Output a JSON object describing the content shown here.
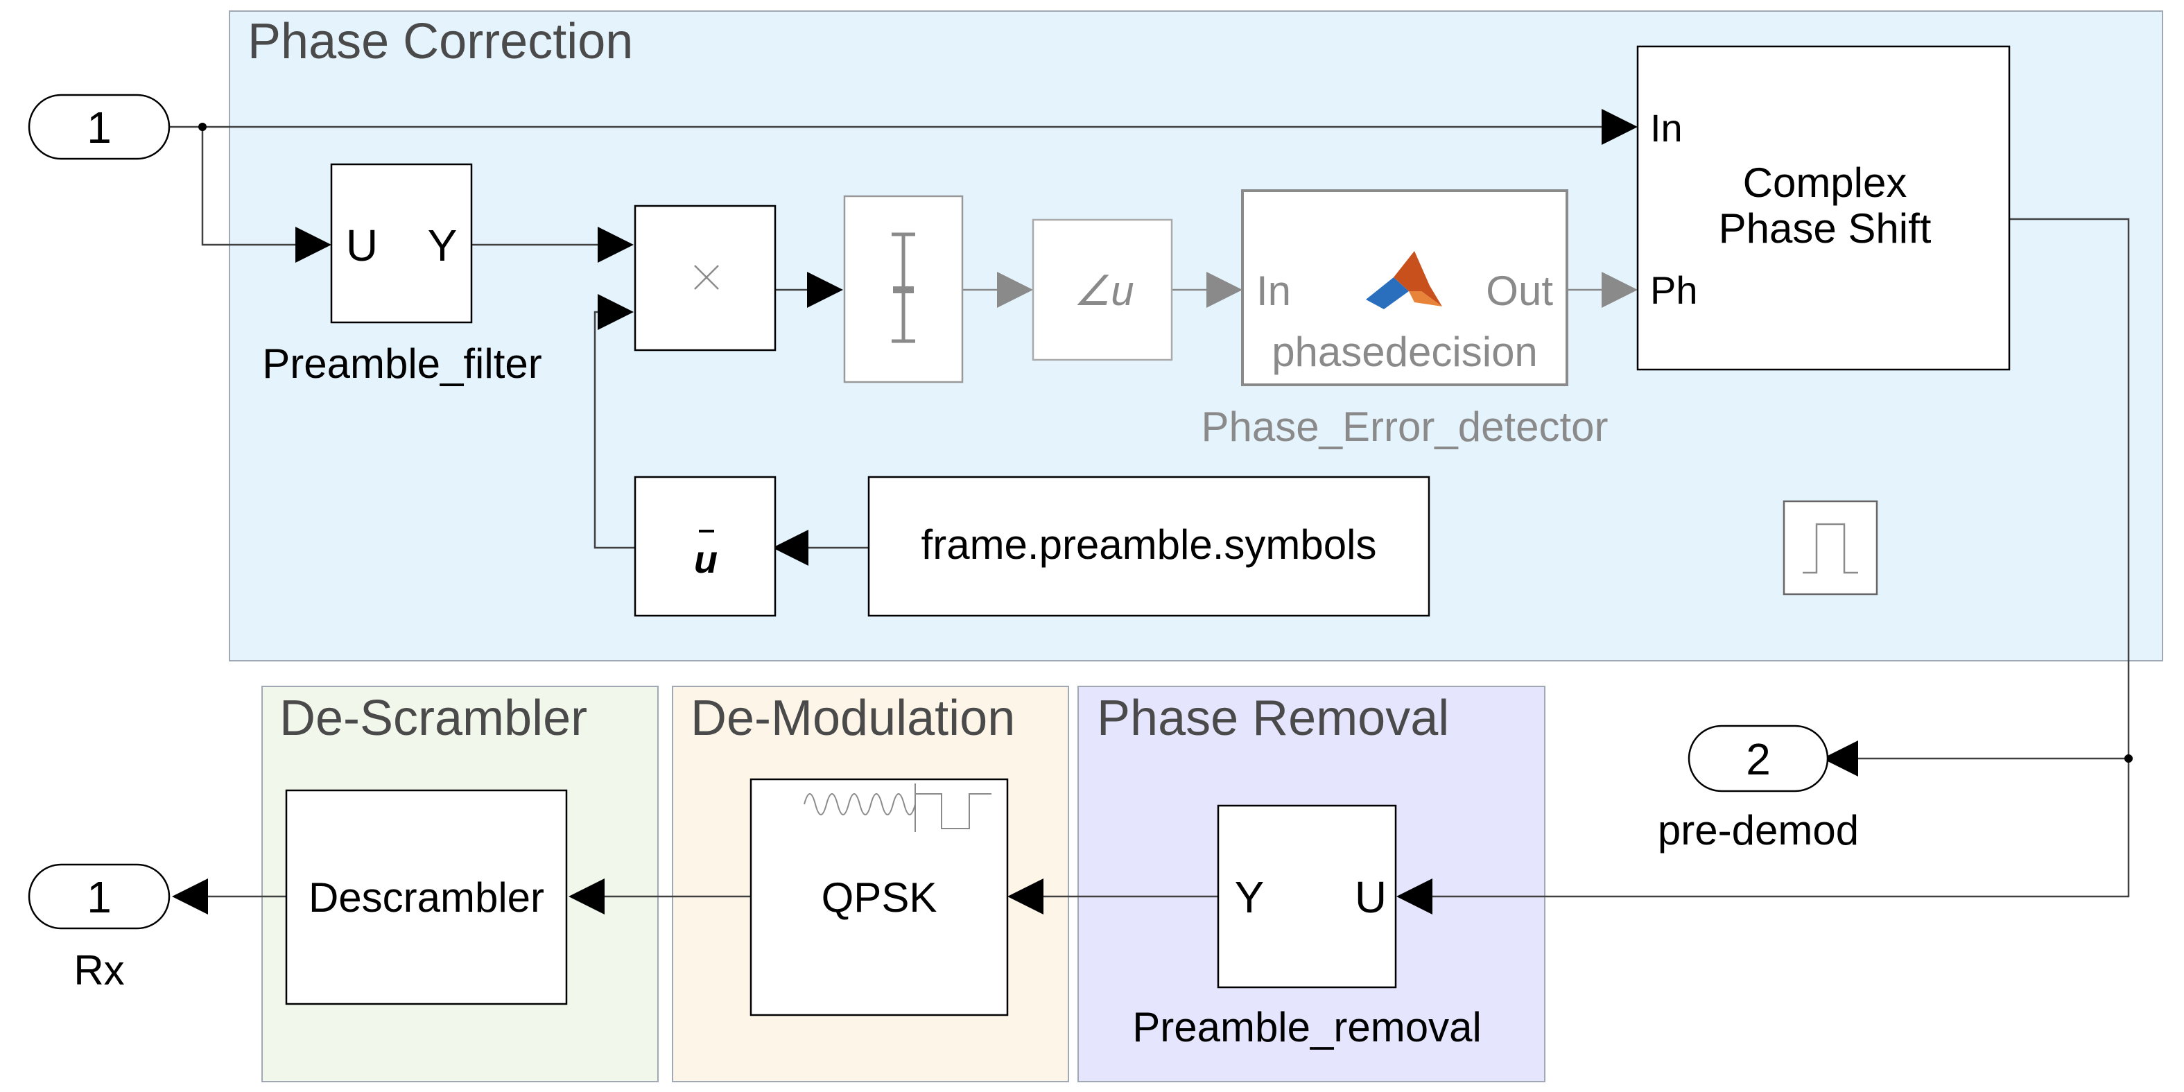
{
  "colors": {
    "phase_correction_bg": "#e5f3fd",
    "descrambler_bg": "#f1f7ea",
    "demodulation_bg": "#fdf5e8",
    "phase_removal_bg": "#e5e6fd",
    "area_border": "#a0a8b4",
    "area_title": "#4a4a4a",
    "line": "#404040",
    "block_border": "#000000",
    "commented_gray": "#8a8a8a",
    "matlab_orange": "#c8501c",
    "matlab_blue": "#2a6fbd"
  },
  "areas": {
    "phase_correction": {
      "title": "Phase Correction"
    },
    "descrambler": {
      "title": "De-Scrambler"
    },
    "demodulation": {
      "title": "De-Modulation"
    },
    "phase_removal": {
      "title": "Phase Removal"
    }
  },
  "ports": {
    "inport_1": {
      "number": "1"
    },
    "outport_rx": {
      "number": "1",
      "label": "Rx"
    },
    "outport_predemod": {
      "number": "2",
      "label": "pre-demod"
    }
  },
  "blocks": {
    "preamble_filter": {
      "port_u": "U",
      "port_y": "Y",
      "label": "Preamble_filter"
    },
    "product": {
      "icon": "multiply-icon"
    },
    "sum_window": {
      "icon": "sum-bracket-icon"
    },
    "angle": {
      "text": "∠u"
    },
    "phase_error_detector": {
      "port_in": "In",
      "port_out": "Out",
      "function_name": "phasedecision",
      "label": "Phase_Error_detector",
      "icon": "matlab-logo-icon"
    },
    "complex_phase_shift": {
      "port_in": "In",
      "port_ph": "Ph",
      "title_line1": "Complex",
      "title_line2": "Phase Shift"
    },
    "conjugate": {
      "text": "u"
    },
    "constant": {
      "text": "frame.preamble.symbols"
    },
    "pulse": {
      "icon": "pulse-icon"
    },
    "descrambler": {
      "text": "Descrambler"
    },
    "qpsk": {
      "text": "QPSK",
      "icon": "waveform-icon"
    },
    "preamble_removal": {
      "port_y": "Y",
      "port_u": "U",
      "label": "Preamble_removal"
    }
  }
}
